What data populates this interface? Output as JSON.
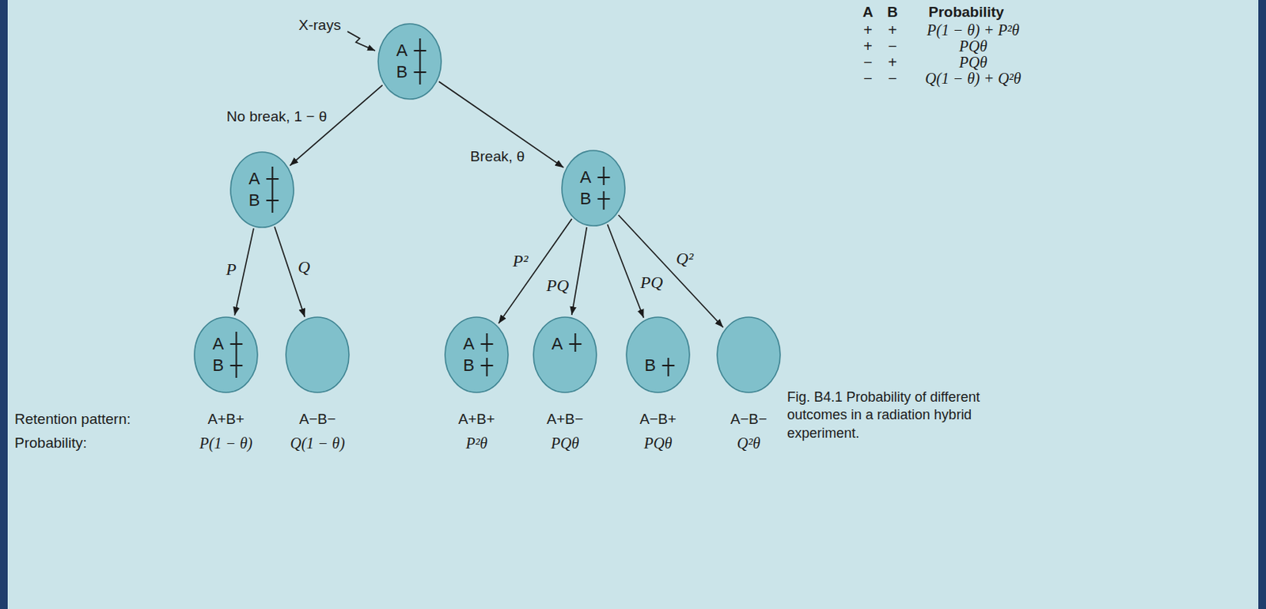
{
  "diagram": {
    "caption": "Fig. B4.1 Probability of different outcomes in a radiation hybrid experiment.",
    "nodes": [
      {
        "text": [
          "A",
          "B"
        ]
      },
      {
        "text": [
          "A",
          "B"
        ]
      },
      {
        "text": [
          "A",
          "B"
        ]
      },
      {
        "text": [
          "A",
          "B"
        ]
      },
      {
        "text": []
      },
      {
        "text": [
          "A",
          "B"
        ]
      },
      {
        "text": [
          "A"
        ]
      },
      {
        "text": [
          "B"
        ]
      },
      {
        "text": []
      }
    ],
    "edges": [
      {
        "from": 0,
        "to": 1,
        "arrow": "to",
        "label": "No break, 1 − θ"
      },
      {
        "from": 0,
        "to": 2,
        "arrow": "to",
        "label": "Break, θ"
      },
      {
        "from": 1,
        "to": 3,
        "arrow": "to",
        "label": "P"
      },
      {
        "from": 1,
        "to": 4,
        "arrow": "to",
        "label": "Q"
      },
      {
        "from": 2,
        "to": 5,
        "arrow": "to",
        "label": "P²"
      },
      {
        "from": 2,
        "to": 6,
        "arrow": "to",
        "label": "PQ"
      },
      {
        "from": 2,
        "to": 7,
        "arrow": "to",
        "label": "PQ"
      },
      {
        "from": 2,
        "to": 8,
        "arrow": "to",
        "label": "Q²"
      }
    ],
    "labels": [
      "X-rays",
      "A",
      "B",
      "Probability",
      "+",
      "+",
      "P(1 − θ) + P²θ",
      "+",
      "−",
      "PQθ",
      "−",
      "+",
      "PQθ",
      "−",
      "−",
      "Q(1 − θ) + Q²θ",
      "Retention pattern:",
      "A+B+",
      "A−B−",
      "A+B+",
      "A+B−",
      "A−B+",
      "A−B−",
      "Probability:",
      "P(1 − θ)",
      "Q(1 − θ)",
      "P²θ",
      "PQθ",
      "PQθ",
      "Q²θ"
    ]
  }
}
